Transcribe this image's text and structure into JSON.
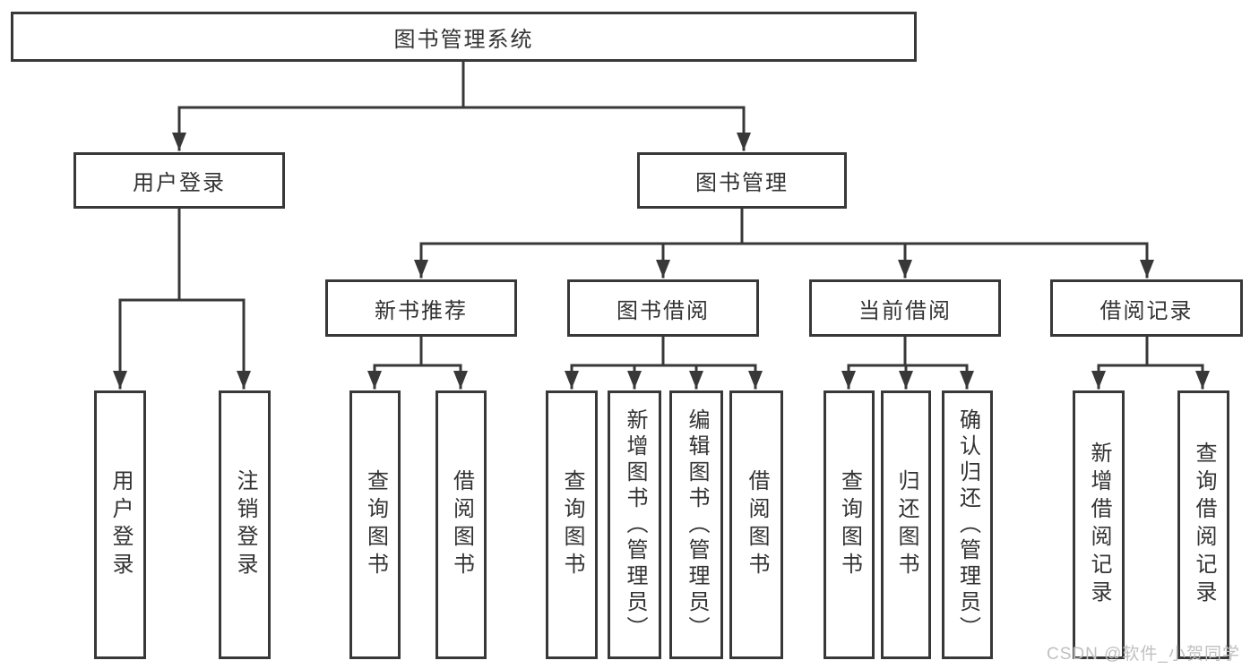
{
  "nodes": {
    "root": "图书管理系统",
    "user_login": "用户登录",
    "book_management": "图书管理",
    "new_book_recommend": "新书推荐",
    "book_borrowing": "图书借阅",
    "current_borrowing": "当前借阅",
    "borrowing_records": "借阅记录",
    "leaf_user_login": "用户登录",
    "leaf_logout": "注销登录",
    "leaf_query_books_recommend": "查询图书",
    "leaf_borrow_books_recommend": "借阅图书",
    "leaf_query_books_borrowing": "查询图书",
    "leaf_add_books_admin": "新增图书（管理员）",
    "leaf_edit_books_admin": "编辑图书（管理员）",
    "leaf_borrow_books": "借阅图书",
    "leaf_query_books_current": "查询图书",
    "leaf_return_books": "归还图书",
    "leaf_confirm_return_admin": "确认归还（管理员）",
    "leaf_add_borrow_record": "新增借阅记录",
    "leaf_query_borrow_record": "查询借阅记录"
  },
  "watermark": "CSDN @软件_小贺同学",
  "colors": {
    "line": "#383838",
    "text": "#333333",
    "box_background": "#ffffff",
    "watermark": "#c0c0c0",
    "background": "#ffffff"
  }
}
